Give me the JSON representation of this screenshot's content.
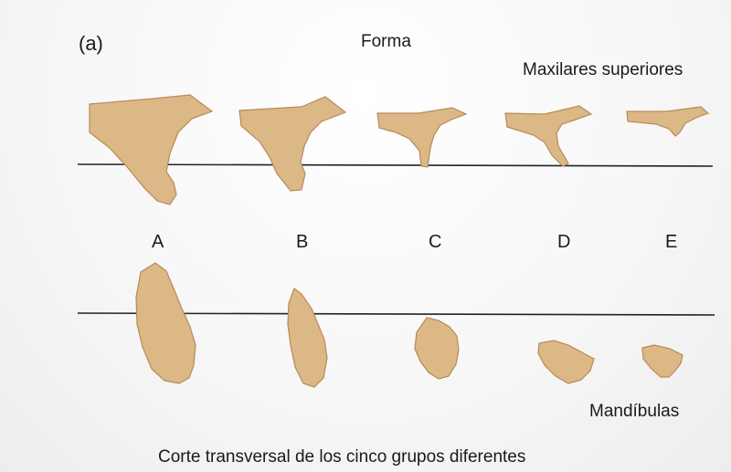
{
  "panel_label": "(a)",
  "title": "Forma",
  "upper_group_label": "Maxilares superiores",
  "lower_group_label": "Mandíbulas",
  "caption": "Corte transversal de los cinco grupos diferentes",
  "groups": [
    "A",
    "B",
    "C",
    "D",
    "E"
  ],
  "colors": {
    "bone_fill": "#dcb887",
    "bone_outline": "#b88a58",
    "line": "#222222"
  }
}
